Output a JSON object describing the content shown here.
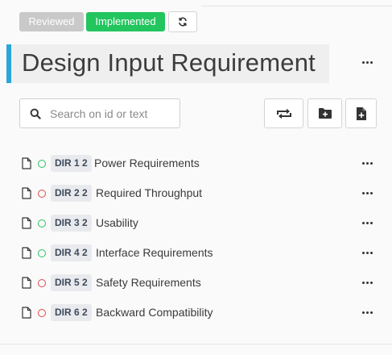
{
  "status_pills": {
    "reviewed": "Reviewed",
    "implemented": "Implemented"
  },
  "colors": {
    "accent": "#2aa6db",
    "implemented": "#22c55e",
    "status_green": "#22c55e",
    "status_red": "#e04848"
  },
  "page": {
    "title": "Design Input Requirement"
  },
  "search": {
    "placeholder": "Search on id or text",
    "value": ""
  },
  "toolbar": {
    "icons": [
      "swap-arrows-icon",
      "folder-plus-icon",
      "file-plus-icon"
    ]
  },
  "requirements": [
    {
      "id": "DIR 1 2",
      "title": "Power Requirements",
      "status": "green"
    },
    {
      "id": "DIR 2 2",
      "title": "Required Throughput",
      "status": "red"
    },
    {
      "id": "DIR 3 2",
      "title": "Usability",
      "status": "green"
    },
    {
      "id": "DIR 4 2",
      "title": "Interface Requirements",
      "status": "green"
    },
    {
      "id": "DIR 5 2",
      "title": "Safety Requirements",
      "status": "red"
    },
    {
      "id": "DIR 6 2",
      "title": "Backward Compatibility",
      "status": "red"
    }
  ]
}
